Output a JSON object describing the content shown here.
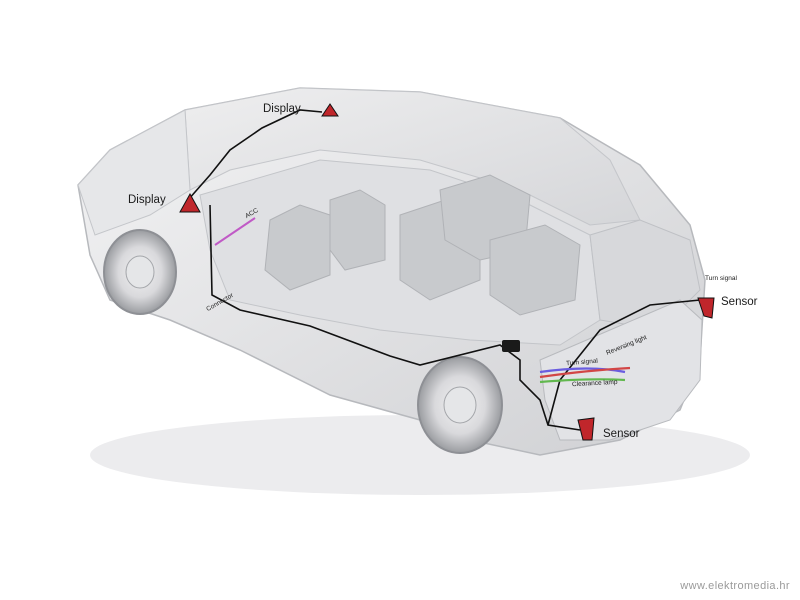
{
  "labels": {
    "display_top": "Display",
    "display_left": "Display",
    "sensor_right": "Sensor",
    "sensor_bottom": "Sensor",
    "turn_signal_top": "Turn signal",
    "turn_signal_wire": "Turn signal",
    "reversing_light": "Reversing light",
    "clearance_lamp": "Clearance lamp",
    "acc": "ACC",
    "connector": "Connector"
  },
  "watermark": "www.elektromedia.hr",
  "colors": {
    "cable": "#111111",
    "device_red": "#c0262b",
    "acc_wire": "#c05ac6",
    "turn_signal_wire": "#6a5de0",
    "reversing_wire": "#d24646",
    "clearance_wire": "#62b84f"
  }
}
